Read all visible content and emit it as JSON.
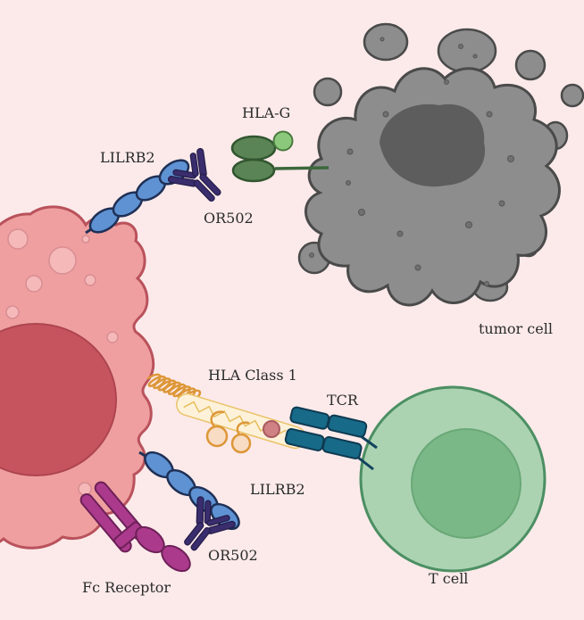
{
  "figure": {
    "background": "#fceaea"
  },
  "labels": {
    "lilrb2_top": "LILRB2",
    "or502_top": "OR502",
    "hla_g": "HLA-G",
    "tumor_cell": "tumor cell",
    "hla_class_1": "HLA Class 1",
    "tcr": "TCR",
    "lilrb2_bottom": "LILRB2",
    "or502_bottom": "OR502",
    "fc_receptor": "Fc Receptor",
    "t_cell": "T cell"
  },
  "colors": {
    "background": "#fceaea",
    "myeloid_cell_body": "#ef9f9f",
    "myeloid_cell_outline": "#b9525c",
    "myeloid_cell_nucleus": "#c6545f",
    "tumor_cell_body": "#8d8d8d",
    "tumor_cell_outline": "#4a4a4a",
    "tumor_cell_nucleus": "#5d5d5d",
    "t_cell_body": "#abd3b2",
    "t_cell_outline": "#4c8f63",
    "t_cell_nucleus": "#7ab887",
    "lilrb2_receptor": "#5e92d3",
    "lilrb2_outline": "#1f3056",
    "or502_antibody": "#3a2d6e",
    "hla_g_dark": "#5a8455",
    "hla_g_light": "#8cc87c",
    "hla_class1_orange": "#dd9738",
    "hla_class1_band": "#fdf2d9",
    "peptide_ball": "#d08184",
    "tcr_fill": "#176a88",
    "tcr_outline": "#0e3a52",
    "fc_receptor_magenta": "#ab3a8c",
    "fc_receptor_outline": "#6d2058",
    "label_text": "#2b2b2b"
  }
}
